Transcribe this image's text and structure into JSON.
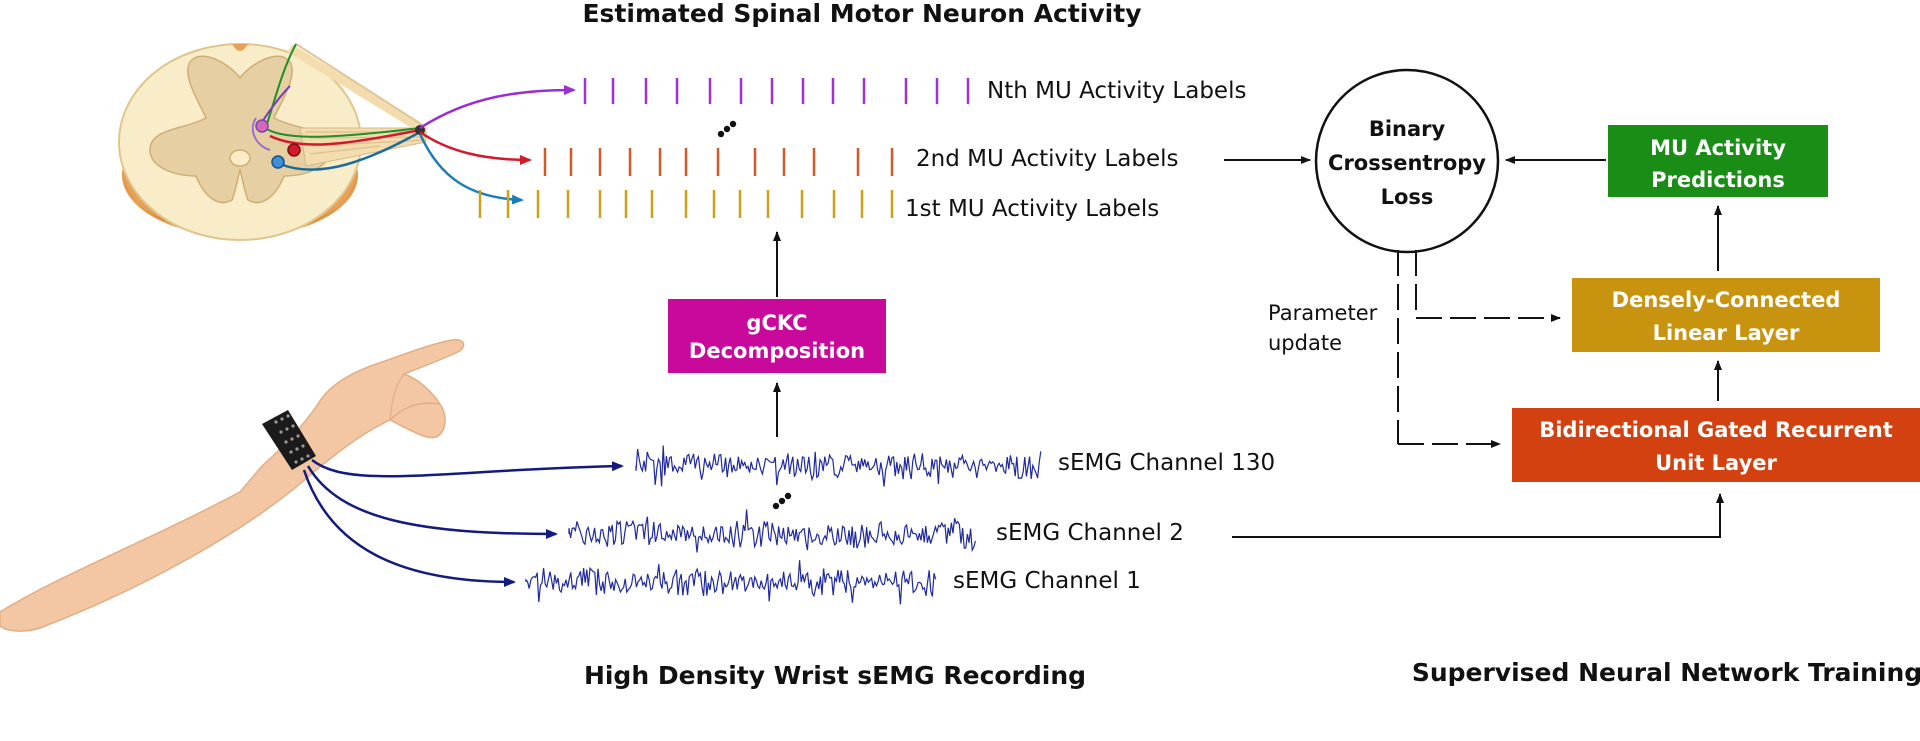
{
  "titles": {
    "top": "Estimated Spinal Motor Neuron Activity",
    "bottom_left": "High Density Wrist sEMG Recording",
    "bottom_right": "Supervised Neural Network Training"
  },
  "mu_labels": {
    "nth": "Nth MU Activity Labels",
    "second": "2nd MU Activity Labels",
    "first": "1st MU Activity Labels"
  },
  "semg_labels": {
    "ch130": "sEMG Channel 130",
    "ch2": "sEMG Channel 2",
    "ch1": "sEMG Channel 1"
  },
  "gckc": {
    "line1": "gCKC",
    "line2": "Decomposition",
    "color": "#c8099b"
  },
  "loss": {
    "line1": "Binary",
    "line2": "Crossentropy",
    "line3": "Loss"
  },
  "parameter_update": {
    "line1": "Parameter",
    "line2": "update"
  },
  "mu_predictions": {
    "line1": "MU Activity",
    "line2": "Predictions",
    "color": "#1a8d16"
  },
  "dense_layer": {
    "line1": "Densely-Connected",
    "line2": "Linear Layer",
    "color": "#c8940f"
  },
  "gru_layer": {
    "line1": "Bidirectional Gated Recurrent",
    "line2": "Unit Layer",
    "color": "#d2410f"
  },
  "colors": {
    "nth_spikes": "#a230d6",
    "second_spikes": "#cf5a2a",
    "first_spikes": "#cfa01c",
    "emg": "#1e2a9e",
    "electrode_wires": "#121c7e"
  }
}
